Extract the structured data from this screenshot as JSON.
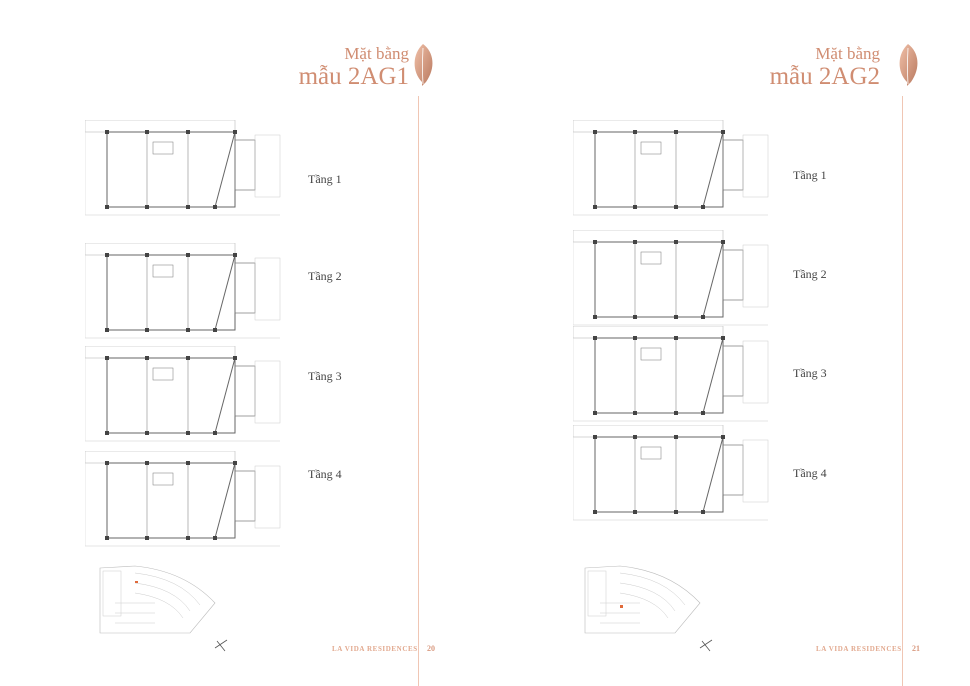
{
  "pages": [
    {
      "title_line1": "Mặt bằng",
      "title_line2": "mẫu 2AG1",
      "floors": [
        "Tầng 1",
        "Tầng 2",
        "Tầng 3",
        "Tầng 4"
      ],
      "brand": "LA VIDA RESIDENCES",
      "page_number": "20"
    },
    {
      "title_line1": "Mặt bằng",
      "title_line2": "mẫu 2AG2",
      "floors": [
        "Tầng 1",
        "Tầng 2",
        "Tầng 3",
        "Tầng 4"
      ],
      "brand": "LA VIDA RESIDENCES",
      "page_number": "21"
    }
  ],
  "colors": {
    "accent": "#d08d72",
    "line": "#f0c6b4",
    "plan": "#777777",
    "highlight": "#e06a3a"
  }
}
